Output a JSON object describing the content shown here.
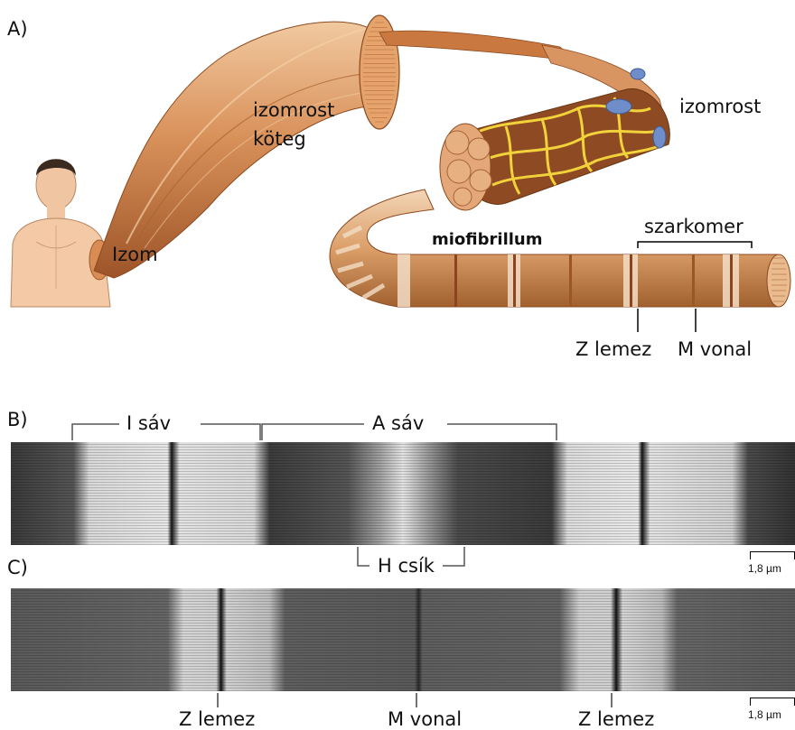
{
  "panels": {
    "a": "A)",
    "b": "B)",
    "c": "C)"
  },
  "labels_a": {
    "izomrost_koteg_line1": "izomrost",
    "izomrost_koteg_line2": "köteg",
    "izomrost": "izomrost",
    "izom": "Izom",
    "miofibrillum": "miofibrillum",
    "szarkomer": "szarkomer",
    "z_lemez": "Z lemez",
    "m_vonal": "M vonal"
  },
  "labels_b": {
    "i_sav": "I sáv",
    "a_sav": "A sáv",
    "h_csik": "H csík",
    "scale": "1,8 µm"
  },
  "labels_c": {
    "z_lemez_left": "Z lemez",
    "m_vonal": "M vonal",
    "z_lemez_right": "Z lemez",
    "scale": "1,8 µm"
  },
  "colors": {
    "muscle": "#d9915a",
    "muscle_dark": "#a85a2c",
    "capillary": "#f2d23a",
    "skin": "#f3c9a6",
    "em_dark": "#3a3a3a",
    "em_light": "#e8e8e8"
  }
}
